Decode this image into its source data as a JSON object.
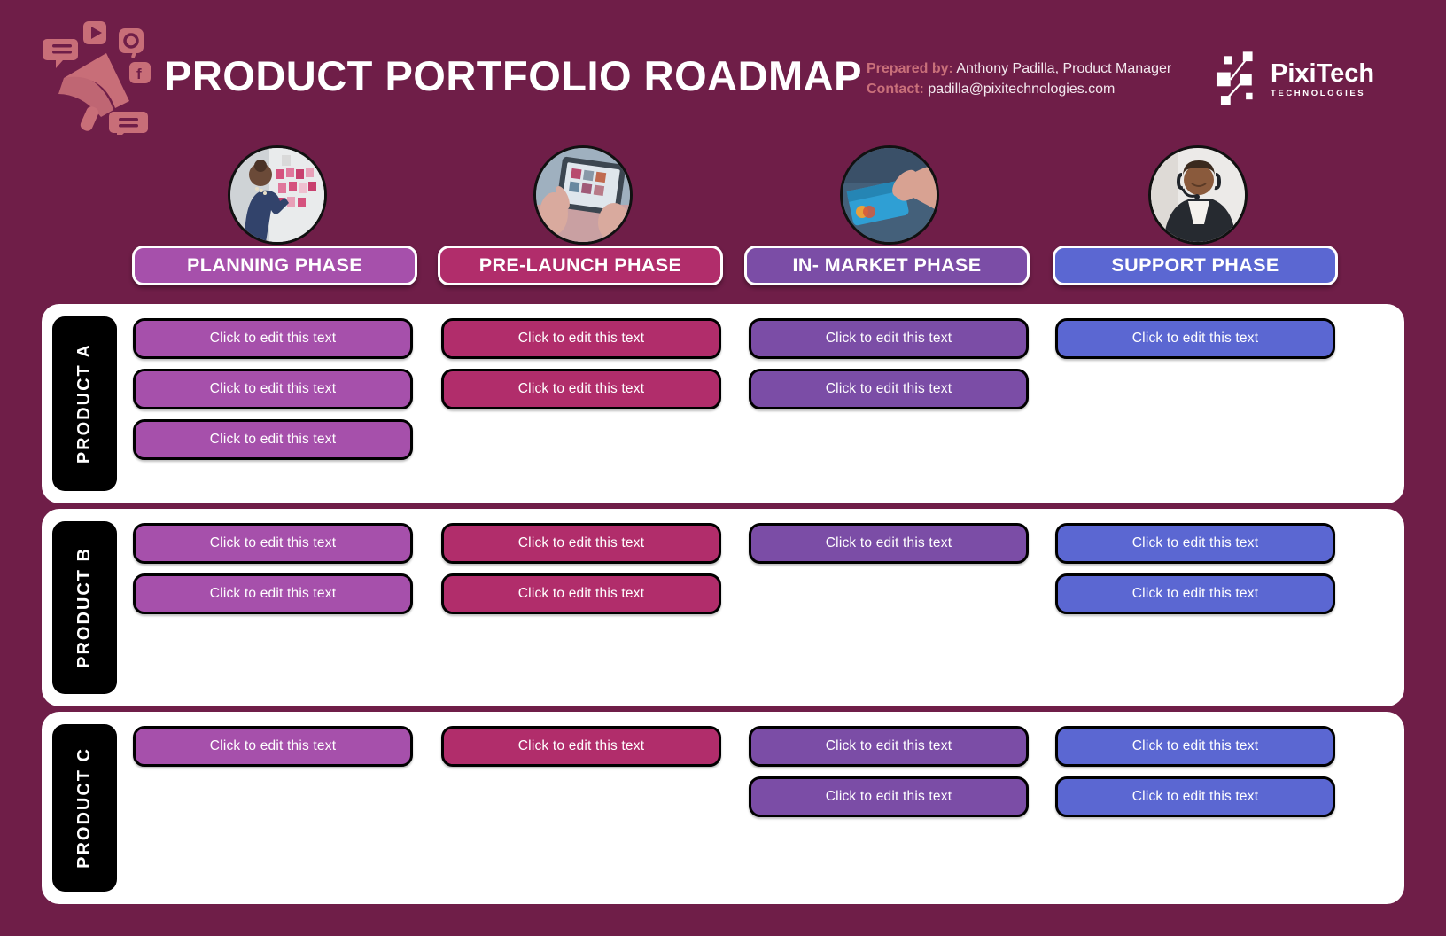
{
  "header": {
    "title": "PRODUCT PORTFOLIO ROADMAP",
    "prepared_by_label": "Prepared by:",
    "prepared_by_value": "Anthony Padilla, Product Manager",
    "contact_label": "Contact:",
    "contact_value": "padilla@pixitechnologies.com"
  },
  "logo": {
    "name": "PixiTech",
    "subtitle": "TECHNOLOGIES"
  },
  "colors": {
    "background": "#6f1e48",
    "accent_salmon": "#c86e78",
    "card_white": "#ffffff",
    "tag_black": "#000000"
  },
  "phases": [
    {
      "label": "PLANNING PHASE",
      "color": "#a650ab",
      "photo": "woman-at-sticky-note-board"
    },
    {
      "label": "PRE-LAUNCH PHASE",
      "color": "#b12d6b",
      "photo": "hands-holding-tablet"
    },
    {
      "label": "IN- MARKET PHASE",
      "color": "#7b4da6",
      "photo": "hand-holding-credit-card"
    },
    {
      "label": "SUPPORT PHASE",
      "color": "#5b67d2",
      "photo": "support-agent-with-headset"
    }
  ],
  "edit_button_label": "Click to edit this text",
  "products": [
    {
      "label": "PRODUCT A",
      "cells": [
        3,
        2,
        2,
        1
      ]
    },
    {
      "label": "PRODUCT B",
      "cells": [
        2,
        2,
        1,
        2
      ]
    },
    {
      "label": "PRODUCT C",
      "cells": [
        1,
        1,
        2,
        2
      ]
    }
  ]
}
